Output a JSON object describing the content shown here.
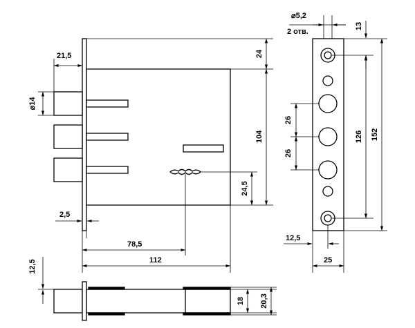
{
  "colors": {
    "line": "#000000",
    "background": "#ffffff",
    "part_fill": "#ffffff"
  },
  "front_view": {
    "dimensions": {
      "bolt_projection": "21,5",
      "bolt_diameter": "⌀14",
      "top_offset": "24",
      "body_height": "104",
      "keyhole_height": "24,5",
      "faceplate_thickness": "2,5",
      "keyhole_distance": "78,5",
      "body_width": "112"
    }
  },
  "faceplate_view": {
    "dimensions": {
      "mount_hole_diameter": "⌀5,2",
      "mount_hole_count": "2 отв.",
      "hole_edge_offset": "13",
      "bolt_spacing_upper": "26",
      "bolt_spacing_lower": "26",
      "hole_center_distance": "126",
      "plate_height": "152",
      "hole_side_offset": "12,5",
      "plate_width": "25"
    }
  },
  "bottom_view": {
    "dimensions": {
      "bolt_offset": "12,5",
      "inner_thickness": "18",
      "total_thickness": "20,3"
    }
  }
}
